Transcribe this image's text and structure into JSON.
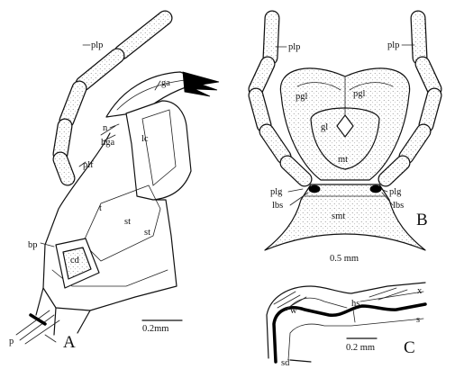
{
  "figure": {
    "panel_a": {
      "letter": "A",
      "scale_label": "0.2mm",
      "labels": [
        "plp",
        "ga",
        "n",
        "hga",
        "lc",
        "plf",
        "t",
        "st",
        "st",
        "bp",
        "cd",
        "p"
      ]
    },
    "panel_b": {
      "letter": "B",
      "scale_label": "0.5 mm",
      "labels": [
        "plp",
        "plp",
        "pgl",
        "pgl",
        "gl",
        "mt",
        "plg",
        "plg",
        "lbs",
        "lbs",
        "smt"
      ]
    },
    "panel_c": {
      "letter": "C",
      "scale_label": "0.2 mm",
      "labels": [
        "w",
        "hs",
        "x",
        "s",
        "sd"
      ]
    }
  }
}
